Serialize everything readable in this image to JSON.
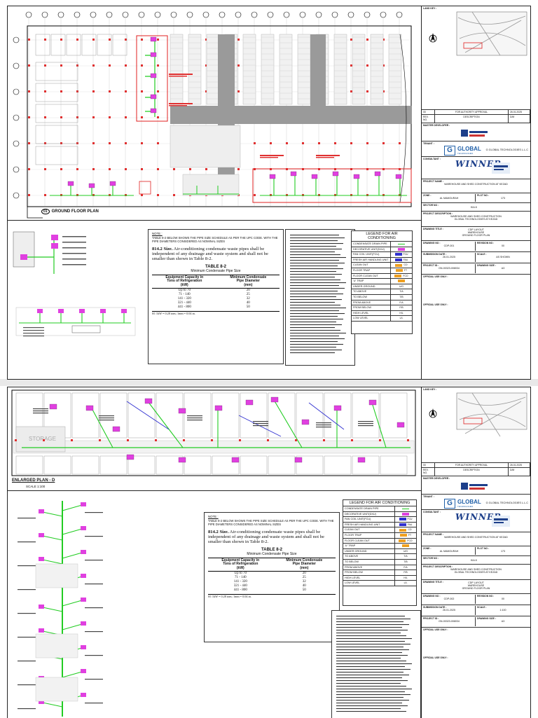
{
  "sheet1": {
    "plan_title": "GROUND FLOOR PLAN",
    "plan_number": "01",
    "grid_count": 24,
    "note": {
      "heading": "NOTE :",
      "text": "TABLE 8-2 BELOW SHOWS THE PIPE SIZE SCHEDULE AS PER THE UPC CODE. WITH THE PIPE DIAMETERS CONSIDERED AS NOMINAL SIZES",
      "clause_no": "814.2 Size.",
      "clause_text": "Air-conditioning condensate waste pipes shall be independent of any drainage and waste system and shall not be smaller than shown in Table 8-2."
    },
    "drawing_no": "CDP-001",
    "drawing_title": [
      "CDP LAYOUT",
      "WAREHOUSE",
      "GROUND FLOOR PLAN"
    ],
    "scale": "AS SHOWN"
  },
  "sheet2": {
    "plan_title": "ENLARGED PLAN - D",
    "scale_label": "SCALE 1:100",
    "storage_label": "STORAGE",
    "drawing_no": "CDP-002",
    "drawing_title": [
      "CDP LAYOUT",
      "WAREHOUSE",
      "GROUND FLOOR PLAN"
    ],
    "scale": "1:100"
  },
  "pipe_table": {
    "title": "TABLE 8-2",
    "subtitle": "Minimum Condensate Pipe Size",
    "col1": [
      "Equipment Capacity in",
      "Tons of Refrigeration",
      "(kW)"
    ],
    "col2": [
      "Minimum Condensate",
      "Pipe Diameter",
      "(mm)"
    ],
    "rows": [
      [
        "Up to 70",
        "20"
      ],
      [
        "71 - 140",
        "25"
      ],
      [
        "141 - 320",
        "32"
      ],
      [
        "321 - 440",
        "40"
      ],
      [
        "441 - 800",
        "50"
      ]
    ],
    "si_note": "SI: 1kW = 0.28 tons; 1mm = 0.04 in."
  },
  "legend": {
    "title": "LEGEND FOR AIR CONDITIONING",
    "items": [
      {
        "label": "CONDENSATE DRAIN PIPE",
        "sym": "",
        "color": "#22cc22"
      },
      {
        "label": "DECORATIVE UNIT(DXU)",
        "sym": "",
        "color": "#e040e0"
      },
      {
        "label": "FAN COIL UNIT(FCU)",
        "sym": "FCU",
        "color": "#3030d0"
      },
      {
        "label": "FRESH AIR HANDLING UNIT",
        "sym": "FAU",
        "color": "#3030d0"
      },
      {
        "label": "CLEAN OUT",
        "sym": "CO",
        "color": "#f0a020"
      },
      {
        "label": "FLOOR TRAP",
        "sym": "FT",
        "color": "#f0a020"
      },
      {
        "label": "FLOOR CLEAN OUT",
        "sym": "FCO",
        "color": "#f0a020"
      },
      {
        "label": "'U' TRAP",
        "sym": "",
        "color": "#f0a020"
      },
      {
        "label": "UNDER GROUND",
        "sym": "U/G",
        "color": ""
      },
      {
        "label": "TO ABOVE",
        "sym": "T/A",
        "color": ""
      },
      {
        "label": "TO BELOW",
        "sym": "T/B",
        "color": ""
      },
      {
        "label": "FROM ABOVE",
        "sym": "F/A",
        "color": ""
      },
      {
        "label": "FROM BELOW",
        "sym": "F/B",
        "color": ""
      },
      {
        "label": "HIGH LEVEL",
        "sym": "H/L",
        "color": ""
      },
      {
        "label": "LOW LEVEL",
        "sym": "L/L",
        "color": ""
      }
    ]
  },
  "titleblock": {
    "key_plan": "LAND KEY :",
    "rev": {
      "no": "00",
      "desc": "FOR AUTHORITY APPROVAL",
      "date": "26.01.2025"
    },
    "rev_headers": [
      "REV. NO.",
      "DESCRIPTION",
      "D/M"
    ],
    "master_developer": "MASTER DEVELOPER :",
    "tenant": "TENANT :",
    "tenant_name": "G GLOBAL TECHNOLOGIES L.L.C",
    "global_logo": "GLOBAL",
    "global_sub": "TECHNOLOGIES",
    "consultant": "CONSULTANT :",
    "winner_logo": "WINNER",
    "project_name_label": "PROJECT NAME :",
    "project_name": "WAREHOUSE AND SHED CONSTRUCTION AT KEZAD",
    "zone_label": "ZONE :",
    "zone": "AL MAMOURAH",
    "plot_label": "PLOT NO :",
    "plot": "173",
    "sector_label": "SECTOR NO :",
    "sector": "KIA 8",
    "project_desc_label": "PROJECT DESCRIPTION :",
    "project_desc": [
      "WAREHOUSE AND SHED CONSTRUCTION",
      "GLOBAL TECHNOLOGIES AT KEZAD"
    ],
    "drawing_title_label": "DRAWING TITLE :",
    "drawing_no_label": "DRAWING NO :",
    "revision_label": "REVISION NO :",
    "revision": "00",
    "submission_label": "SUBMISSION DATE :",
    "submission_date": "26.01.2025",
    "scale_label": "SCALE :",
    "project_id_label": "PROJECT ID :",
    "project_id": "GN-00323-008034",
    "drawn_size_label": "DRAWING SIZE :",
    "drawn_size": "A3",
    "official_label": "OFFICIAL USE ONLY :"
  },
  "colors": {
    "pipe": "#22cc22",
    "unit": "#e040e0",
    "fcu": "#3030d0",
    "column": "#e03030",
    "highlight": "#e02020"
  }
}
